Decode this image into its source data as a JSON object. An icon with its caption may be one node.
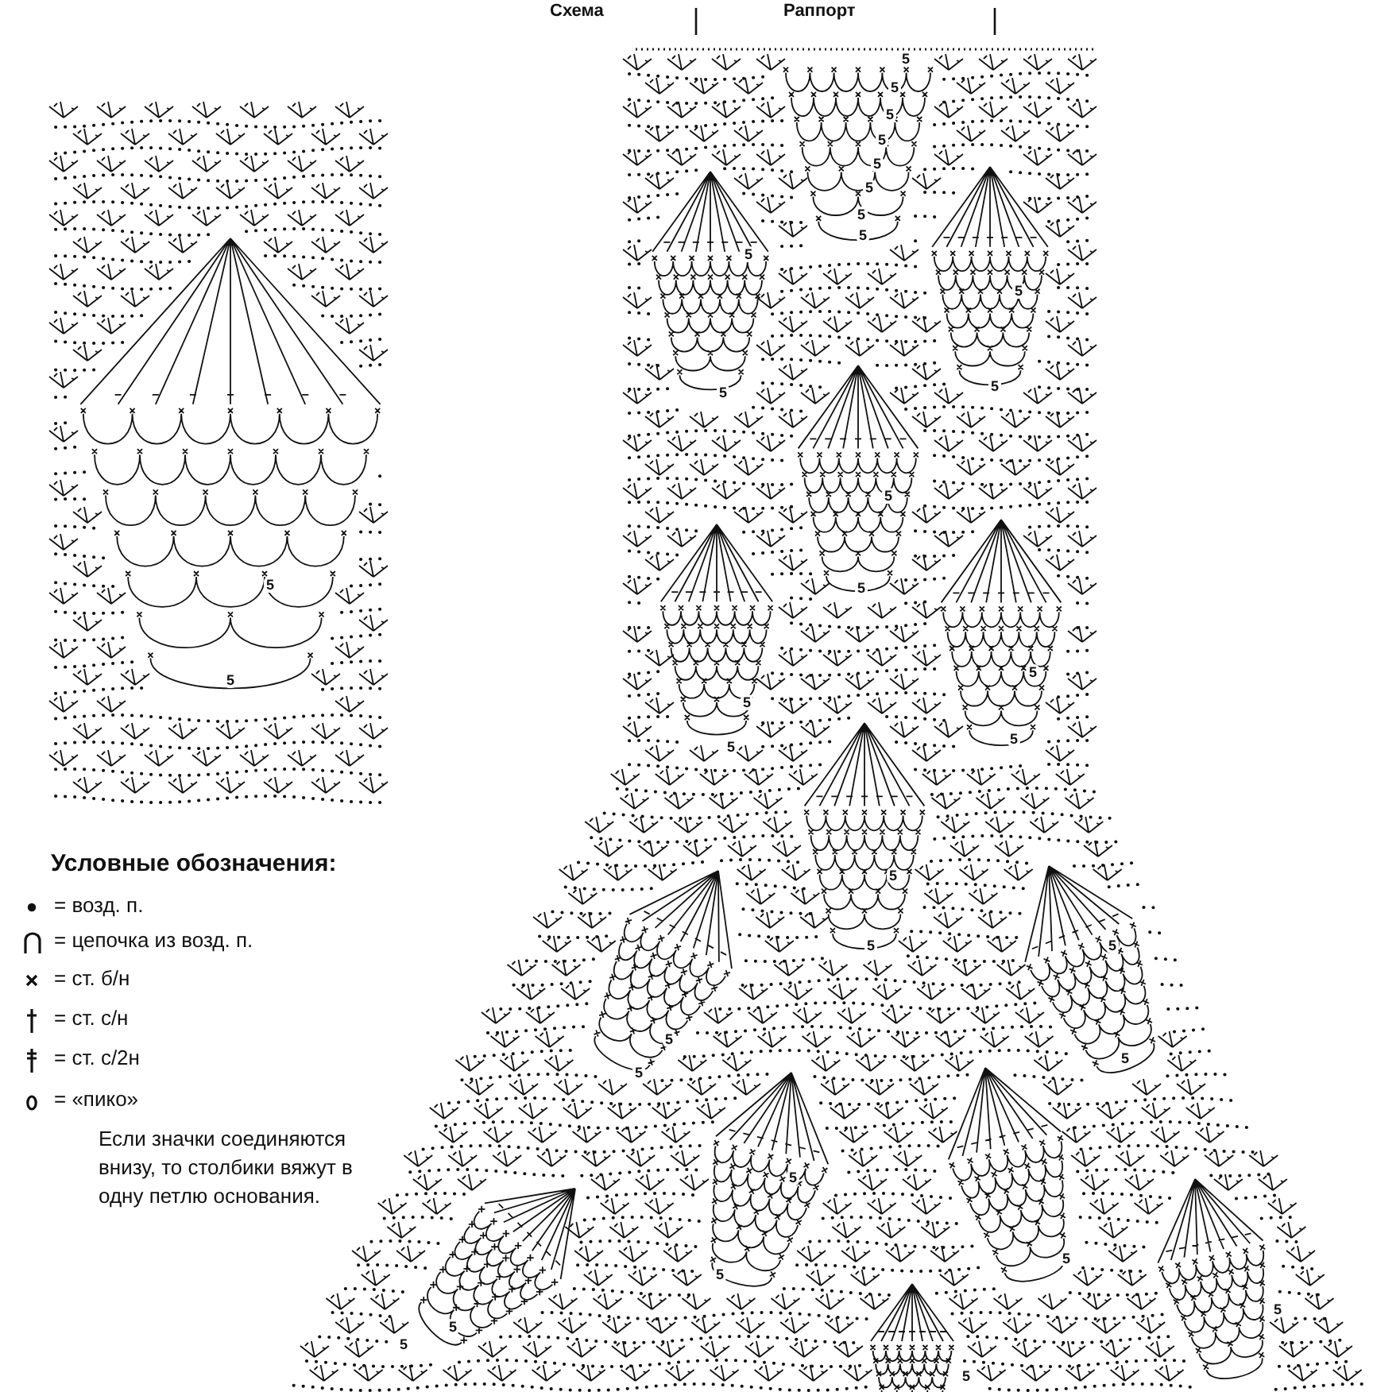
{
  "diagram": {
    "labels": [
      "Схема",
      "Раппорт",
      "5",
      "5",
      "5",
      "5",
      "5",
      "5",
      "5",
      "5",
      "5",
      "5",
      "5",
      "5",
      "5",
      "5",
      "5",
      "5",
      "5",
      "5",
      "5",
      "5",
      "5",
      "5",
      "5",
      "5",
      "5",
      "5",
      "5",
      "5",
      "5",
      "5",
      "5",
      "5",
      "5",
      "Условные обозначения:",
      "Если значки соединяются внизу, то столбики вяжут в одну петлю основания."
    ],
    "legend": [
      {
        "text": "= возд. п."
      },
      {
        "text": "= цепочка из возд. п."
      },
      {
        "text": "= ст. б/н"
      },
      {
        "text": "= ст. с/н"
      },
      {
        "text": "= ст. с/2н"
      },
      {
        "text": "= «пико»"
      }
    ]
  }
}
